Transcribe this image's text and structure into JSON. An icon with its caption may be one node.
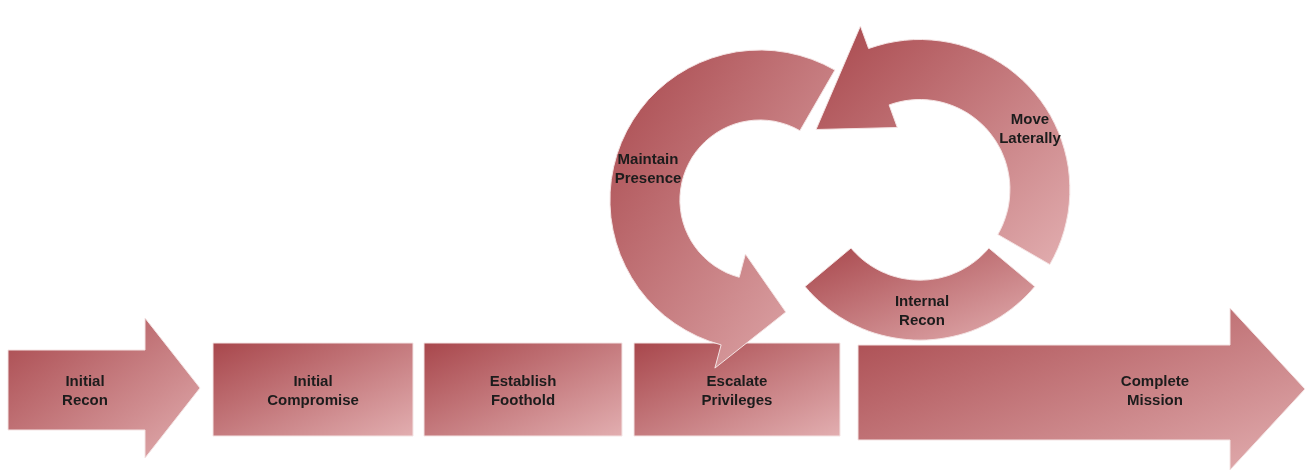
{
  "diagram": {
    "nodes": [
      {
        "text": [
          "Initial Recon"
        ]
      },
      {
        "text": [
          "Initial Compromise"
        ]
      },
      {
        "text": [
          "Establish Foothold"
        ]
      },
      {
        "text": [
          "Escalate Privileges"
        ]
      },
      {
        "text": [
          "Internal Recon"
        ]
      },
      {
        "text": [
          "Move Laterally"
        ]
      },
      {
        "text": [
          "Maintain Presence"
        ]
      },
      {
        "text": [
          "Complete Mission"
        ]
      }
    ]
  }
}
